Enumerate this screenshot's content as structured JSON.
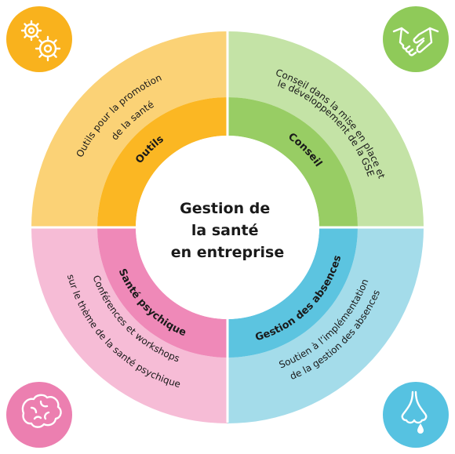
{
  "center": {
    "lines": [
      "Gestion de",
      "la santé",
      "en entreprise"
    ]
  },
  "quadrants": [
    {
      "id": "outils",
      "label": "Outils",
      "outer_lines": [
        "Outils pour la promotion",
        "de la santé"
      ],
      "icon": "gears-icon",
      "colors": {
        "outer": "#fbd276",
        "inner": "#fbb723",
        "icon_bg": "#f9b21d"
      }
    },
    {
      "id": "conseil",
      "label": "Conseil",
      "outer_lines": [
        "Conseil dans la mise en place et",
        "le développement de la GSE"
      ],
      "icon": "handshake-icon",
      "colors": {
        "outer": "#c4e3a6",
        "inner": "#98cd64",
        "icon_bg": "#8fca59"
      }
    },
    {
      "id": "absences",
      "label": "Gestion des absences",
      "outer_lines": [
        "Soutien à l’implémentation",
        "de la gestion des absences"
      ],
      "icon": "runny-nose-icon",
      "colors": {
        "outer": "#a4dcea",
        "inner": "#5cc4e0",
        "icon_bg": "#56c2e1"
      }
    },
    {
      "id": "psy",
      "label": "Santé psychique",
      "outer_lines": [
        "Conférences et workshops",
        "sur le thème de la santé psychique"
      ],
      "icon": "brain-icon",
      "colors": {
        "outer": "#f6bcd6",
        "inner": "#ef89b8",
        "icon_bg": "#ec7fb0"
      }
    }
  ]
}
